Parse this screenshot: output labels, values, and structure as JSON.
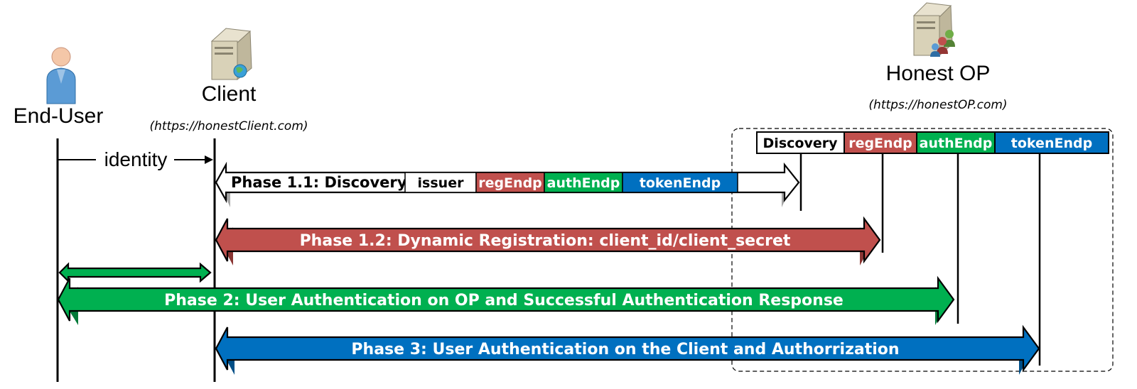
{
  "actors": {
    "end_user": {
      "label": "End-User"
    },
    "client": {
      "label": "Client",
      "url": "(https://honestClient.com)"
    },
    "op": {
      "label": "Honest OP",
      "url": "(https://honestOP.com)"
    }
  },
  "op_endpoints": [
    "Discovery",
    "regEndp",
    "authEndp",
    "tokenEndp"
  ],
  "identity_label": "identity",
  "phases": {
    "p11": {
      "label": "Phase 1.1: Discovery",
      "fields": [
        "issuer",
        "regEndp",
        "authEndp",
        "tokenEndp"
      ]
    },
    "p12": {
      "label": "Phase 1.2: Dynamic Registration: client_id/client_secret"
    },
    "p2": {
      "label": "Phase 2: User Authentication on OP and Successful Authentication Response"
    },
    "p3": {
      "label": "Phase 3: User  Authentication on the Client and Authorrization"
    }
  },
  "colors": {
    "discovery": "#ffffff",
    "reg": "#c0504d",
    "auth": "#00b050",
    "token": "#0070c0",
    "line": "#000000"
  },
  "icons": [
    "user-icon",
    "client-server-icon",
    "op-server-icon"
  ]
}
